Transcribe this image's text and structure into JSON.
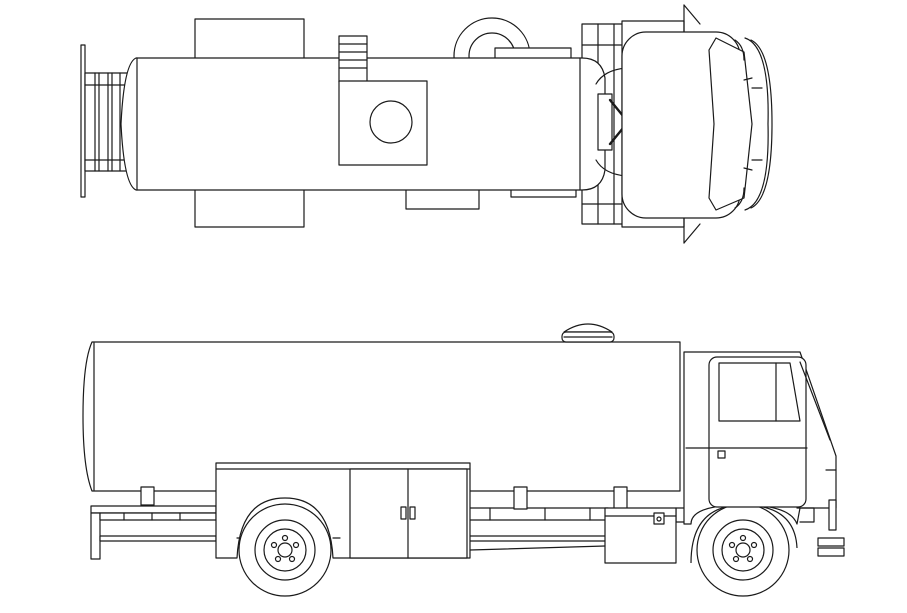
{
  "drawing": {
    "subject": "tanker-truck",
    "views": [
      "top",
      "side"
    ],
    "line_color": "#1a1a1a",
    "background": "#ffffff"
  }
}
